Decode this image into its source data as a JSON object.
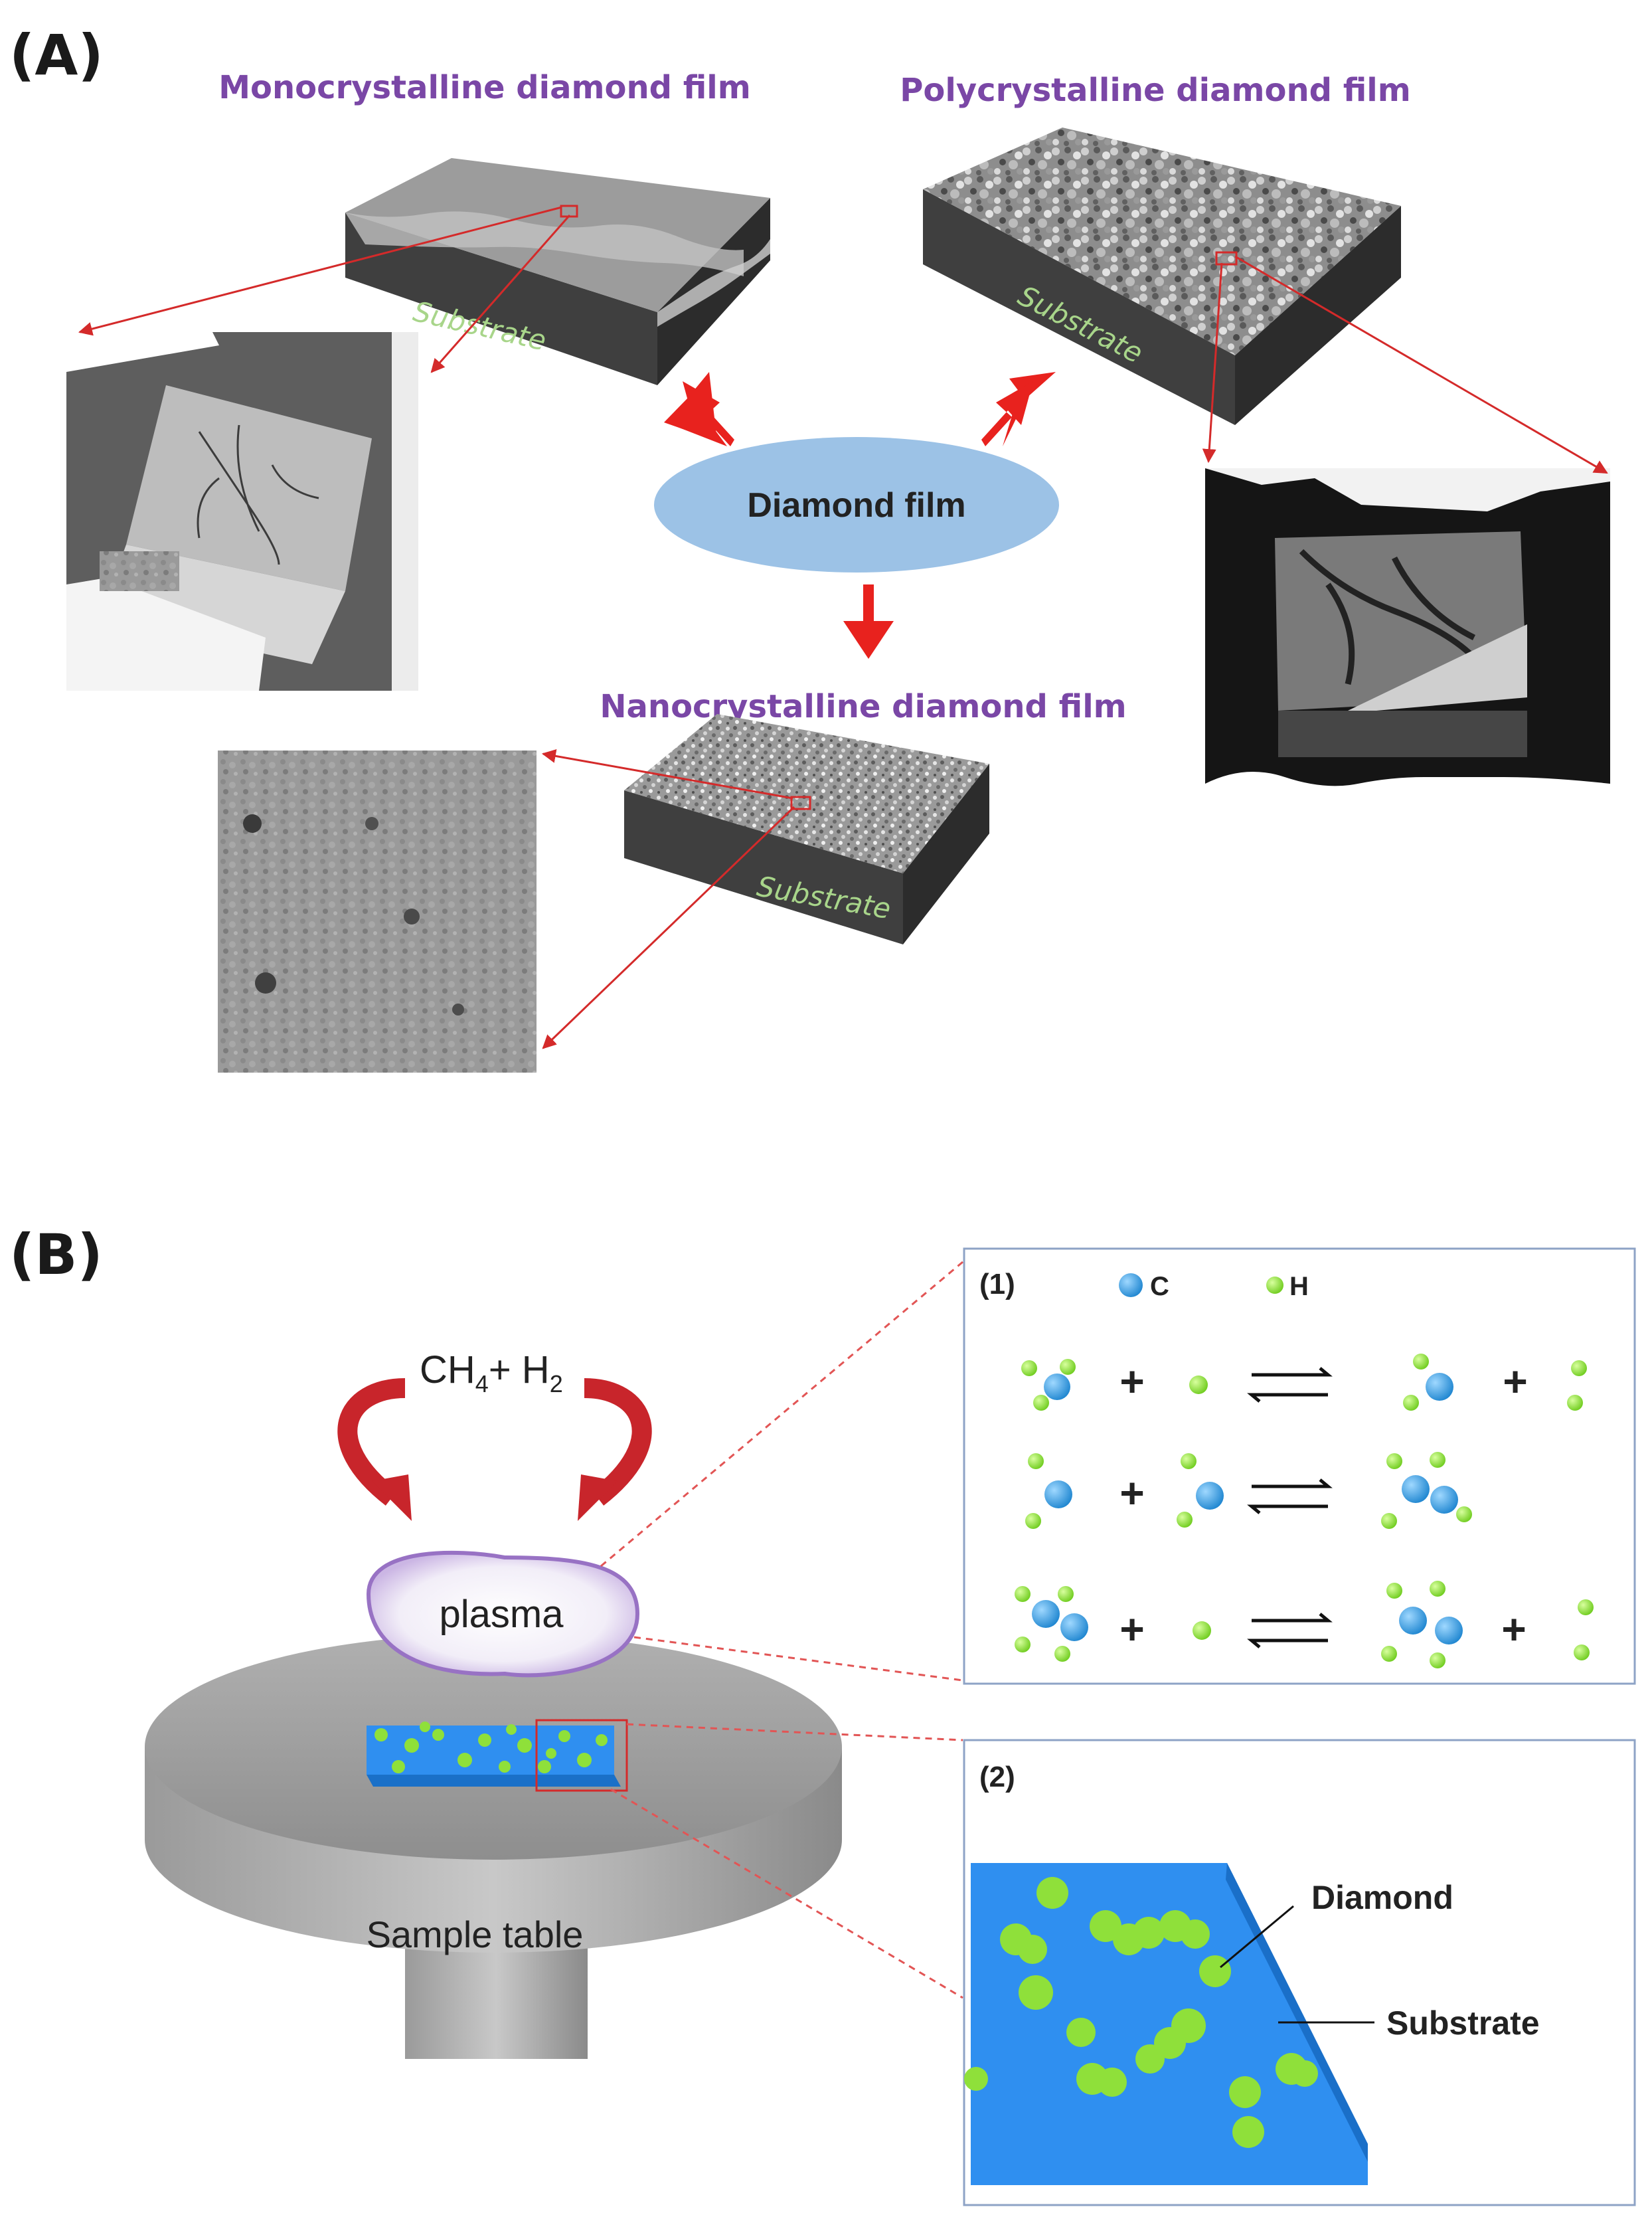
{
  "panel_a": {
    "label": "(A)",
    "center_label": "Diamond film",
    "mono_title": "Monocrystalline diamond film",
    "poly_title": "Polycrystalline diamond film",
    "nano_title": "Nanocrystalline diamond film",
    "substrate_label": "Substrate"
  },
  "panel_b": {
    "label": "(B)",
    "gas_label_main": "CH",
    "gas_sub_4": "4",
    "gas_plus": "+ H",
    "gas_sub_2": "2",
    "plasma_label": "plasma",
    "sample_table_label": "Sample table",
    "inset1_label": "(1)",
    "legend_c": "C",
    "legend_h": "H",
    "plus_sign": "+",
    "inset2_label": "(2)",
    "diamond_label": "Diamond",
    "substrate_label": "Substrate"
  },
  "colors": {
    "title_purple": "#7a47a6",
    "arrow_red": "#e8221e",
    "ellipse_blue": "#9cc2e6",
    "carbon_blue": "#2b9be0",
    "hydrogen_green": "#8fe03a",
    "substrate_blue": "#2f8ff0"
  }
}
